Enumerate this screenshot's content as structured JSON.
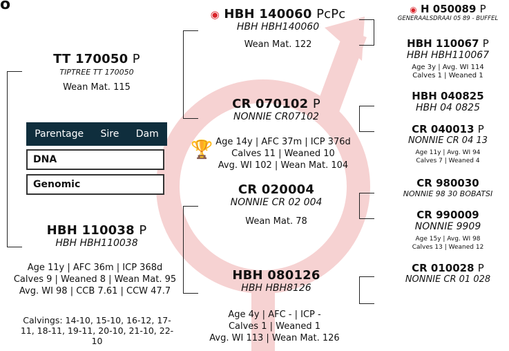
{
  "corner_letter": "o",
  "panel": {
    "tabs": [
      "Parentage",
      "Sire",
      "Dam"
    ],
    "rows": [
      "DNA",
      "Genomic"
    ]
  },
  "animal": {
    "name": "HBH 110038",
    "suffix": "P",
    "sub": "HBH HBH110038",
    "stats1": "Age 11y | AFC 36m | ICP 368d",
    "stats2": "Calves 9 | Weaned 8 | Wean Mat. 95",
    "stats3": "Avg. WI 98 | CCB 7.61 | CCW 47.7",
    "calvings": "Calvings: 14-10, 15-10, 16-12, 17-11, 18-11, 19-11, 20-10, 21-10, 22-10"
  },
  "sire": {
    "name": "TT 170050",
    "suffix": "P",
    "sub": "TIPTREE TT 170050",
    "wean": "Wean Mat. 115"
  },
  "gen2": {
    "ss": {
      "name": "HBH 140060",
      "suffix": "PcPc",
      "sub": "HBH HBH140060",
      "wean": "Wean Mat. 122"
    },
    "sd": {
      "name": "CR 070102",
      "suffix": "P",
      "sub": "NONNIE CR07102",
      "stats1": "Age 14y | AFC 37m | ICP 376d",
      "stats2": "Calves 11 | Weaned 10",
      "stats3": "Avg. WI 102 | Wean Mat. 104"
    },
    "ds": {
      "name": "CR 020004",
      "sub": "NONNIE CR 02 004",
      "wean": "Wean Mat. 78"
    },
    "dd": {
      "name": "HBH 080126",
      "sub": "HBH HBH8126",
      "stats1": "Age 4y | AFC - | ICP -",
      "stats2": "Calves 1 | Weaned 1",
      "stats3": "Avg. WI 113 | Wean Mat. 126"
    }
  },
  "gen3": {
    "a": {
      "name": "H 050089",
      "suffix": "P",
      "sub": "GENERAALSDRAAI 05 89 - BUFFEL"
    },
    "b": {
      "name": "HBH 110067",
      "suffix": "P",
      "sub": "HBH HBH110067",
      "stats1": "Age 3y | Avg. WI 114",
      "stats2": "Calves 1 | Weaned 1"
    },
    "c": {
      "name": "HBH 040825",
      "sub": "HBH 04 0825"
    },
    "d": {
      "name": "CR 040013",
      "suffix": "P",
      "sub": "NONNIE CR 04 13",
      "stats1": "Age 11y | Avg. WI 94",
      "stats2": "Calves 7 | Weaned 4"
    },
    "e": {
      "name": "CR 980030",
      "sub": "NONNIE 98 30 BOBATSI"
    },
    "f": {
      "name": "CR 990009",
      "sub": "NONNIE 9909",
      "stats1": "Age 15y | Avg. WI 98",
      "stats2": "Calves 13 | Weaned 12"
    },
    "g": {
      "name": "CR 010028",
      "suffix": "P",
      "sub": "NONNIE CR 01 028"
    }
  },
  "colors": {
    "panel_bg": "#0f2e3d",
    "watermark": "#f6d2d2",
    "gt_red": "#d9252b",
    "trophy": "#e0a21a"
  }
}
